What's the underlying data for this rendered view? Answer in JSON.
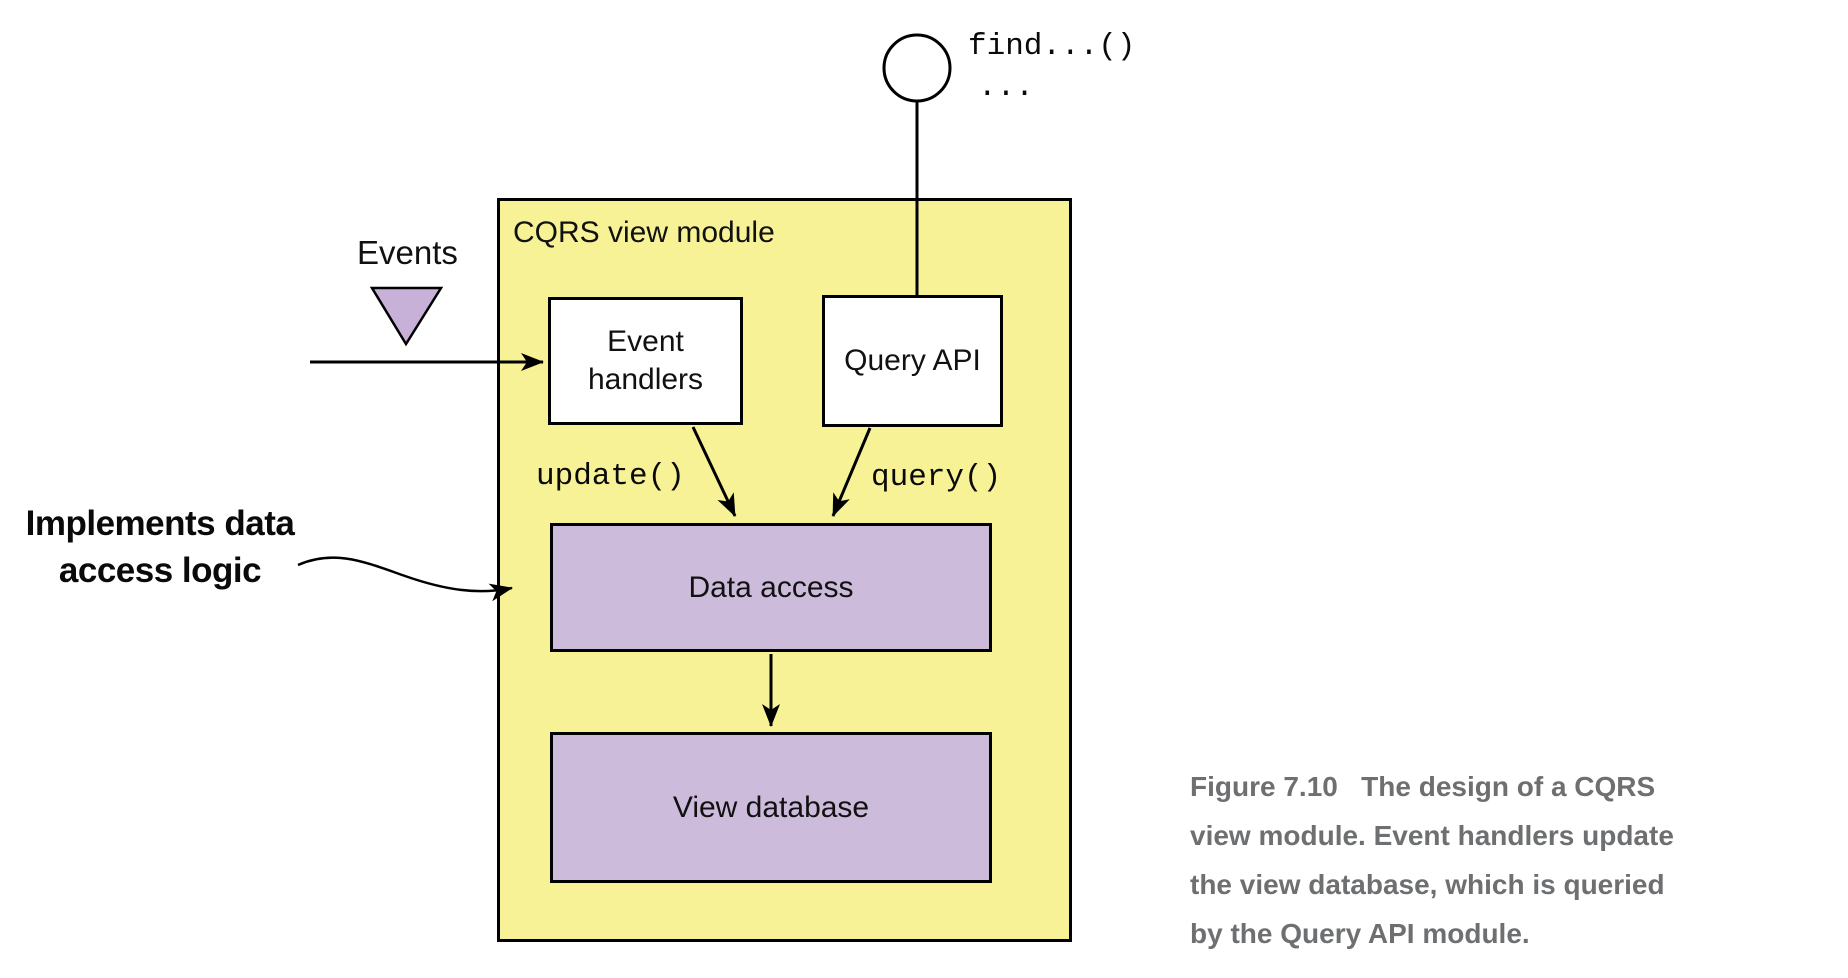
{
  "figure": {
    "type": "book-diagram",
    "module": {
      "label": "CQRS view module"
    },
    "boxes": {
      "event_handlers": {
        "label": "Event handlers",
        "fill": "white"
      },
      "query_api": {
        "label": "Query API",
        "fill": "white"
      },
      "data_access": {
        "label": "Data access",
        "fill": "lavender"
      },
      "view_database": {
        "label": "View database",
        "fill": "lavender"
      }
    },
    "interface_lollipop": {
      "method": "find...()",
      "ellipsis": "..."
    },
    "events": {
      "label": "Events",
      "marker": "triangle-down-icon"
    },
    "operations": {
      "update": "update()",
      "query": "query()"
    },
    "annotation": {
      "line1": "Implements data",
      "line2": "access logic"
    },
    "caption": {
      "lines": [
        "Figure 7.10   The design of a CQRS",
        "view module. Event handlers update",
        "the view database, which is queried",
        "by the Query API module."
      ]
    }
  },
  "colors": {
    "module_fill": "#f6f295",
    "component_fill": "#cdbbdc",
    "triangle_fill": "#c8b1d8",
    "caption_color": "#6e6f71",
    "line_color": "#000000"
  }
}
